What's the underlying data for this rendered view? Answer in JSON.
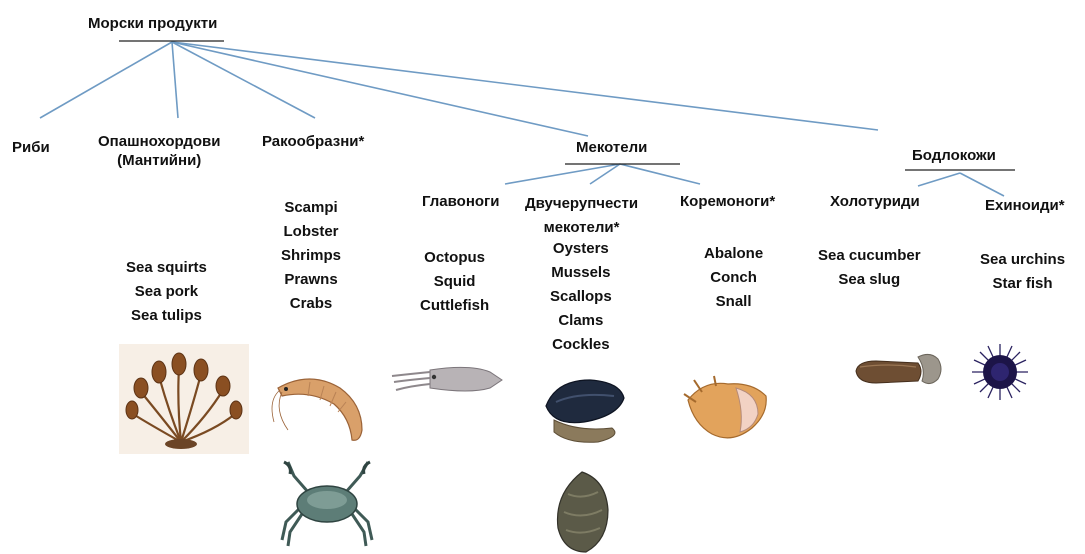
{
  "root": {
    "label": "Морски продукти"
  },
  "groups": {
    "fish": "Риби",
    "tunicates": {
      "line1": "Опашнохордови",
      "line2": "(Мантийни)"
    },
    "crustaceans": "Ракообразни*",
    "molluscs": "Мекотели",
    "echinoderms": "Бодлокожи"
  },
  "subgroups": {
    "cephalopods": "Главоноги",
    "bivalves": {
      "line1": "Двучерупчести",
      "line2": "мекотели*"
    },
    "gastropods": "Коремоноги*",
    "holothurians": "Холотуриди",
    "echinoids": "Ехиноиди*"
  },
  "examples": {
    "tunicates": [
      "Sea squirts",
      "Sea pork",
      "Sea tulips"
    ],
    "crustaceans": [
      "Scampi",
      "Lobster",
      "Shrimps",
      "Prawns",
      "Crabs"
    ],
    "cephalopods": [
      "Octopus",
      "Squid",
      "Cuttlefish"
    ],
    "bivalves": [
      "Oysters",
      "Mussels",
      "Scallops",
      "Clams",
      "Cockles"
    ],
    "gastropods": [
      "Abalone",
      "Conch",
      "Snall"
    ],
    "holothurians": [
      "Sea cucumber",
      "Sea slug"
    ],
    "echinoids": [
      "Sea urchins",
      "Star fish"
    ]
  },
  "colors": {
    "connector": "#6f9bc4",
    "underline": "#222222"
  }
}
